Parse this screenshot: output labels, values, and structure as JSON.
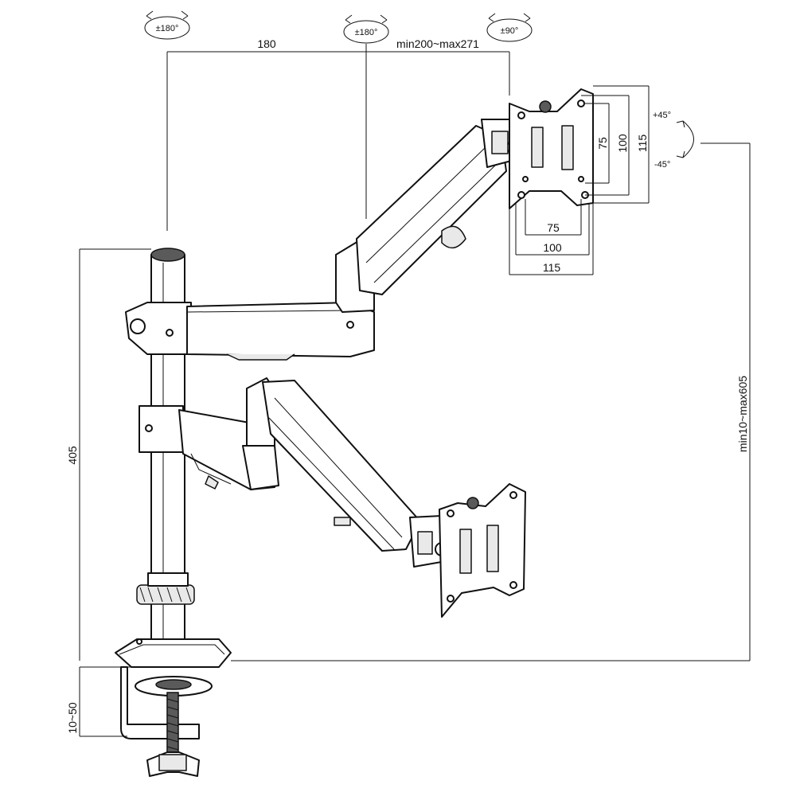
{
  "rotation_badges": {
    "base_arm": "±180°",
    "mid_joint": "±180°",
    "head_swivel": "±90°"
  },
  "tilt": {
    "up": "+45°",
    "down": "-45°"
  },
  "dimensions": {
    "arm_span_1": "180",
    "arm_span_2": "min200~max271",
    "vesa_v_small": "75",
    "vesa_v_mid": "100",
    "vesa_v_large": "115",
    "vesa_h_small": "75",
    "vesa_h_mid": "100",
    "vesa_h_large": "115",
    "pole_height": "405",
    "desk_thickness": "10~50",
    "reach_range": "min10~max605"
  }
}
